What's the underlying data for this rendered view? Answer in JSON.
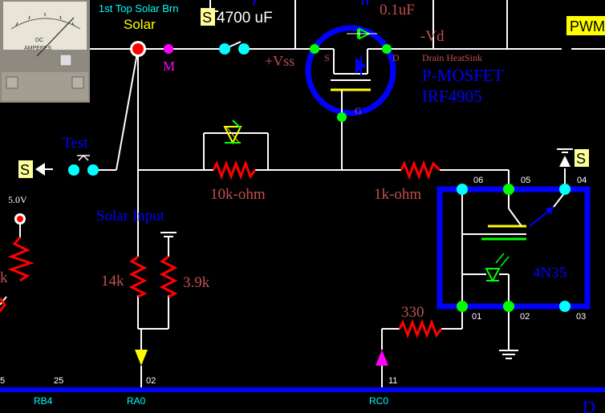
{
  "meter": {
    "line1": "DC",
    "line2": "AMPERES"
  },
  "labels": {
    "top_solar_brn": "1st Top Solar Brn",
    "solar": "Solar",
    "switch_s": "S",
    "cap_4700": "4700 uF",
    "cap_01": "0.1uF",
    "neg_vd": "-Vd",
    "pwm": "PWM",
    "m": "M",
    "vss": "+Vss",
    "drain_heatsink": "Drain HeatSink",
    "pmosfet": "P-MOSFET",
    "irf4905": "IRF4905",
    "pin_s": "S",
    "pin_d": "D",
    "pin_g": "G",
    "test": "Test",
    "five_v": "5.0V",
    "k_left": "k",
    "r10k": "10k-ohm",
    "r1k": "1k-ohm",
    "solar_input": "Solar Input",
    "r14k": "14k",
    "r39k": "3.9k",
    "r330": "330",
    "ic_name": "4N35",
    "pin06": "06",
    "pin05": "05",
    "pin04": "04",
    "pin01": "01",
    "pin02": "02",
    "pin03": "03",
    "bus_5": "5",
    "bus_25": "25",
    "bus_02": "02",
    "bus_11": "11",
    "rb4": "RB4",
    "ra0": "RA0",
    "rc0": "RC0",
    "corner": "D"
  },
  "colors": {
    "wire": "#ffffff",
    "blue_outline": "#0000ff",
    "resistor": "#ff0000",
    "node_red": "#ff0000",
    "cyan_node": "#00ffff",
    "green_node": "#00ff00",
    "label_brown": "#c0504d",
    "label_blue": "#0000ff",
    "label_yellow": "#ffff00",
    "label_cyan": "#00ffff",
    "label_magenta": "#ff00ff",
    "pwm_bg": "#ffff00",
    "switch_bg": "#ffff99"
  }
}
